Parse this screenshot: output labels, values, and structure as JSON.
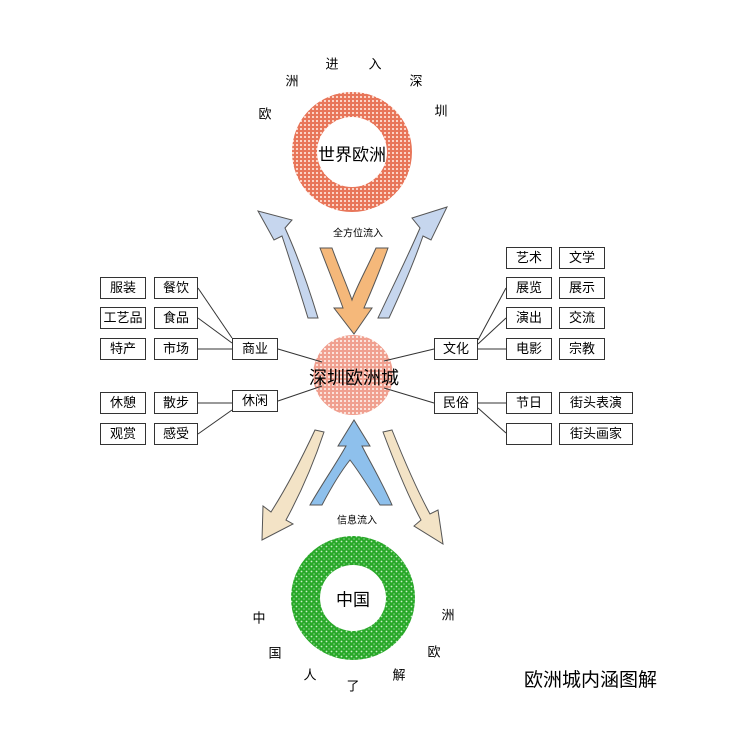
{
  "top_ring": {
    "label": "世界欧洲",
    "arc_chars": [
      "欧",
      "洲",
      "进",
      "入",
      "深",
      "圳"
    ],
    "color": "#e8765a"
  },
  "bottom_ring": {
    "label": "中国",
    "arc_chars": [
      "中",
      "国",
      "人",
      "了",
      "解",
      "欧",
      "洲"
    ],
    "color": "#28a828"
  },
  "center": {
    "label": "深圳欧洲城",
    "color": "#f0a090"
  },
  "flows": {
    "top": "全方位流入",
    "bottom": "信息流入"
  },
  "left": {
    "commerce": {
      "label": "商业",
      "items": [
        "服装",
        "餐饮",
        "工艺品",
        "食品",
        "特产",
        "市场"
      ]
    },
    "leisure": {
      "label": "休闲",
      "items": [
        "休憩",
        "散步",
        "观赏",
        "感受"
      ]
    }
  },
  "right": {
    "culture": {
      "label": "文化",
      "items": [
        "艺术",
        "文学",
        "展览",
        "展示",
        "演出",
        "交流",
        "电影",
        "宗教"
      ]
    },
    "folk": {
      "label": "民俗",
      "items": [
        "节日",
        "街头表演",
        "",
        "街头画家"
      ]
    }
  },
  "caption": "欧洲城内涵图解"
}
